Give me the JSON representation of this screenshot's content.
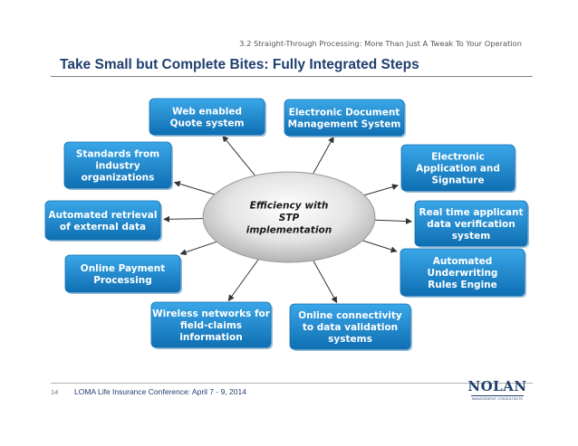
{
  "header": {
    "section": "3.2 Straight-Through Processing: More Than Just A Tweak To Your Operation",
    "title": "Take Small but Complete Bites: Fully Integrated Steps"
  },
  "diagram": {
    "center": [
      "Efficiency with",
      "STP",
      "implementation"
    ],
    "boxes": [
      {
        "id": "web-quote",
        "lines": [
          "Web enabled",
          "Quote system"
        ]
      },
      {
        "id": "edm",
        "lines": [
          "Electronic Document",
          "Management System"
        ]
      },
      {
        "id": "standards",
        "lines": [
          "Standards from",
          "industry",
          "organizations"
        ]
      },
      {
        "id": "e-application",
        "lines": [
          "Electronic",
          "Application and",
          "Signature"
        ]
      },
      {
        "id": "automated-retrieval",
        "lines": [
          "Automated retrieval",
          "of external data"
        ]
      },
      {
        "id": "realtime-verification",
        "lines": [
          "Real time applicant",
          "data verification",
          "system"
        ]
      },
      {
        "id": "online-payment",
        "lines": [
          "Online Payment",
          "Processing"
        ]
      },
      {
        "id": "underwriting",
        "lines": [
          "Automated",
          "Underwriting",
          "Rules Engine"
        ]
      },
      {
        "id": "wireless",
        "lines": [
          "Wireless networks for",
          "field-claims",
          "information"
        ]
      },
      {
        "id": "online-connectivity",
        "lines": [
          "Online connectivity",
          "to data validation",
          "systems"
        ]
      }
    ],
    "colors": {
      "box": "#1a8fd6",
      "box_dark": "#0f6fb3",
      "ellipse": "#d9d9d9",
      "arrow": "#333333"
    }
  },
  "footer": {
    "page": "14",
    "conference": "LOMA Life Insurance Conference: April 7 - 9, 2014",
    "logo": "NOLAN",
    "logo_tagline": "MANAGEMENT CONSULTANTS"
  }
}
